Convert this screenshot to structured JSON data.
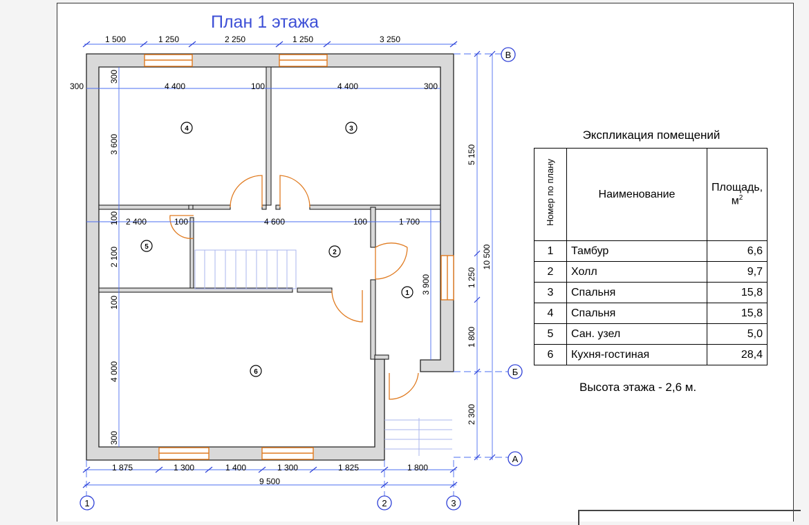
{
  "title": "План 1 этажа",
  "dimensions": {
    "top": [
      "1 500",
      "1 250",
      "2 250",
      "1 250",
      "3 250"
    ],
    "bottom": [
      "1 875",
      "1 300",
      "1 400",
      "1 300",
      "1 825",
      "1 800"
    ],
    "bottom_total": "9 500",
    "right_segments": [
      "5 150",
      "1 250",
      "1 800",
      "2 300"
    ],
    "right_total": "10 500",
    "room4_width": "4 400",
    "room3_width": "4 400",
    "wall_left": "300",
    "wall_mid": "100",
    "wall_right": "300",
    "room4_wall_top": "300",
    "room4_height": "3 600",
    "room5_wall_top": "100",
    "room5_width": "2 400",
    "room5_wall_right": "100",
    "hall_width": "4 600",
    "hall_wall_right": "100",
    "room1_width": "1 700",
    "room5_height": "2 100",
    "room6_wall_top": "100",
    "room6_height": "4 000",
    "room6_wall_bottom": "300",
    "room1_height": "3 900"
  },
  "room_markers": [
    "1",
    "2",
    "3",
    "4",
    "5",
    "6"
  ],
  "axes": {
    "rows": [
      "В",
      "Б",
      "А"
    ],
    "cols": [
      "1",
      "2",
      "3"
    ]
  },
  "explication": {
    "title": "Экспликация помещений",
    "headers": {
      "number": "Номер по плану",
      "name": "Наименование",
      "area": "Площадь, м",
      "area_sup": "2"
    },
    "rows": [
      {
        "num": "1",
        "name": "Тамбур",
        "area": "6,6"
      },
      {
        "num": "2",
        "name": "Холл",
        "area": "9,7"
      },
      {
        "num": "3",
        "name": "Спальня",
        "area": "15,8"
      },
      {
        "num": "4",
        "name": "Спальня",
        "area": "15,8"
      },
      {
        "num": "5",
        "name": "Сан. узел",
        "area": "5,0"
      },
      {
        "num": "6",
        "name": "Кухня-гостиная",
        "area": "28,4"
      }
    ]
  },
  "floor_height_note": "Высота этажа - 2,6 м.",
  "colors": {
    "title": "#3d4fd6",
    "wall": "#d9d9d9",
    "door": "#e07a1f",
    "dimension": "#4a6cf0",
    "axis": "#2d3fd6"
  }
}
